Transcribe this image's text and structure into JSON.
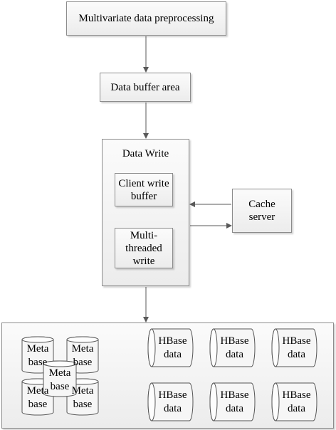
{
  "nodes": {
    "preprocessing": "Multivariate data preprocessing",
    "buffer_area": "Data buffer area",
    "data_write": "Data Write",
    "client_write_buffer": "Client write\nbuffer",
    "multi_threaded_write": "Multi-\nthreaded\nwrite",
    "cache_server": "Cache\nserver"
  },
  "storage": {
    "meta_label": "Meta\nbase",
    "hbase_label": "HBase\ndata"
  }
}
